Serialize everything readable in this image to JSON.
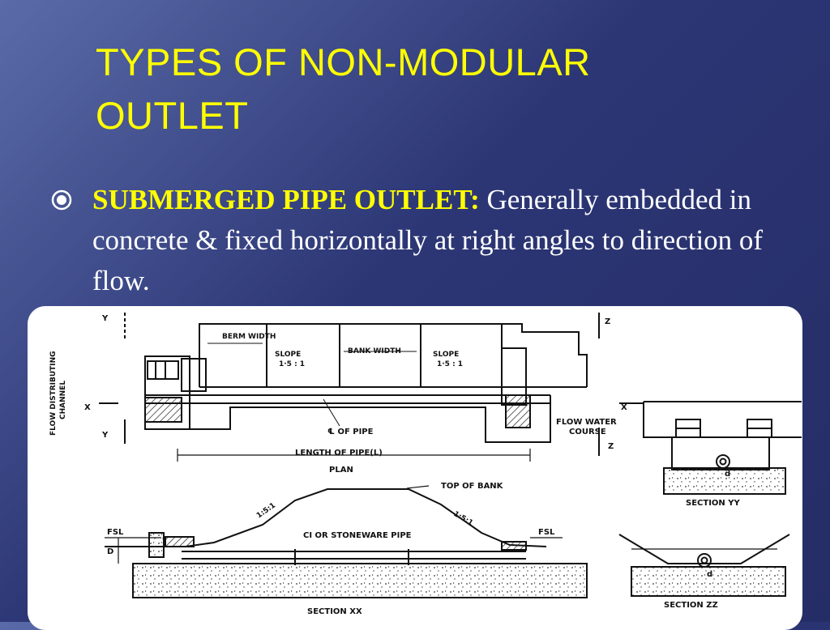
{
  "title": {
    "line1": "TYPES OF NON-MODULAR",
    "line2": "OUTLET"
  },
  "bullet": {
    "keyword": "SUBMERGED PIPE OUTLET:",
    "text": " Generally embedded in concrete & fixed horizontally at right angles to direction of flow."
  },
  "diagram": {
    "plan": {
      "berm_width": "BERM WIDTH",
      "slope_left": "SLOPE",
      "slope_left_ratio": "1·5 : 1",
      "bank_width": "BANK WIDTH",
      "slope_right": "SLOPE",
      "slope_right_ratio": "1·5 : 1",
      "center_pipe": "℄ OF PIPE",
      "length_pipe": "LENGTH OF PIPE(L)",
      "plan_label": "PLAN",
      "flow_water": "FLOW WATER",
      "course": "COURSE",
      "flow_channel_1": "FLOW DISTRIBUTING",
      "flow_channel_2": "CHANNEL",
      "y_top": "Y",
      "y_bottom": "Y",
      "x_left": "X",
      "x_right": "X",
      "z_top": "Z",
      "z_bottom": "Z"
    },
    "section_xx": {
      "top_bank": "TOP OF BANK",
      "slope_left": "1:5:1",
      "slope_right": "1:5:1",
      "pipe": "CI OR STONEWARE PIPE",
      "fsl_left": "FSL",
      "fsl_right": "FSL",
      "d_label": "D",
      "label": "SECTION XX"
    },
    "section_yy": {
      "d_label": "d",
      "label": "SECTION YY"
    },
    "section_zz": {
      "d_label": "d",
      "label": "SECTION ZZ"
    }
  },
  "colors": {
    "title": "#ffff00",
    "text": "#ffffff",
    "background": "#2c3675",
    "card": "#ffffff"
  }
}
